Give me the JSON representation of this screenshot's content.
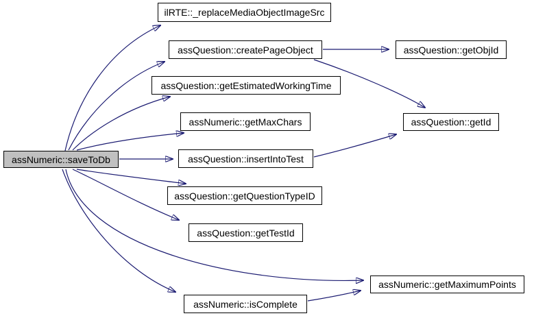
{
  "diagram": {
    "type": "doxygen-call-graph",
    "colors": {
      "edge": "#191970",
      "node_fill": "#ffffff",
      "node_border": "#000000",
      "highlight_fill": "#c0c0c0",
      "background": "#ffffff"
    },
    "nodes": [
      {
        "id": "save-to-db",
        "label": "assNumeric::saveToDb",
        "highlighted": true
      },
      {
        "id": "replace-media-object-image-src",
        "label": "ilRTE::_replaceMediaObjectImageSrc",
        "highlighted": false
      },
      {
        "id": "create-page-object",
        "label": "assQuestion::createPageObject",
        "highlighted": false
      },
      {
        "id": "get-obj-id",
        "label": "assQuestion::getObjId",
        "highlighted": false
      },
      {
        "id": "get-estimated-working-time",
        "label": "assQuestion::getEstimatedWorkingTime",
        "highlighted": false
      },
      {
        "id": "get-max-chars",
        "label": "assNumeric::getMaxChars",
        "highlighted": false
      },
      {
        "id": "get-id",
        "label": "assQuestion::getId",
        "highlighted": false
      },
      {
        "id": "insert-into-test",
        "label": "assQuestion::insertIntoTest",
        "highlighted": false
      },
      {
        "id": "get-question-type-id",
        "label": "assQuestion::getQuestionTypeID",
        "highlighted": false
      },
      {
        "id": "get-test-id",
        "label": "assQuestion::getTestId",
        "highlighted": false
      },
      {
        "id": "is-complete",
        "label": "assNumeric::isComplete",
        "highlighted": false
      },
      {
        "id": "get-maximum-points",
        "label": "assNumeric::getMaximumPoints",
        "highlighted": false
      }
    ],
    "edges": [
      {
        "from": "assNumeric::saveToDb",
        "to": "ilRTE::_replaceMediaObjectImageSrc"
      },
      {
        "from": "assNumeric::saveToDb",
        "to": "assQuestion::createPageObject"
      },
      {
        "from": "assNumeric::saveToDb",
        "to": "assQuestion::getEstimatedWorkingTime"
      },
      {
        "from": "assNumeric::saveToDb",
        "to": "assNumeric::getMaxChars"
      },
      {
        "from": "assNumeric::saveToDb",
        "to": "assQuestion::insertIntoTest"
      },
      {
        "from": "assNumeric::saveToDb",
        "to": "assQuestion::getQuestionTypeID"
      },
      {
        "from": "assNumeric::saveToDb",
        "to": "assQuestion::getTestId"
      },
      {
        "from": "assNumeric::saveToDb",
        "to": "assNumeric::getMaximumPoints"
      },
      {
        "from": "assNumeric::saveToDb",
        "to": "assNumeric::isComplete"
      },
      {
        "from": "assQuestion::createPageObject",
        "to": "assQuestion::getObjId"
      },
      {
        "from": "assQuestion::createPageObject",
        "to": "assQuestion::getId"
      },
      {
        "from": "assQuestion::insertIntoTest",
        "to": "assQuestion::getId"
      },
      {
        "from": "assNumeric::isComplete",
        "to": "assNumeric::getMaximumPoints"
      }
    ]
  }
}
